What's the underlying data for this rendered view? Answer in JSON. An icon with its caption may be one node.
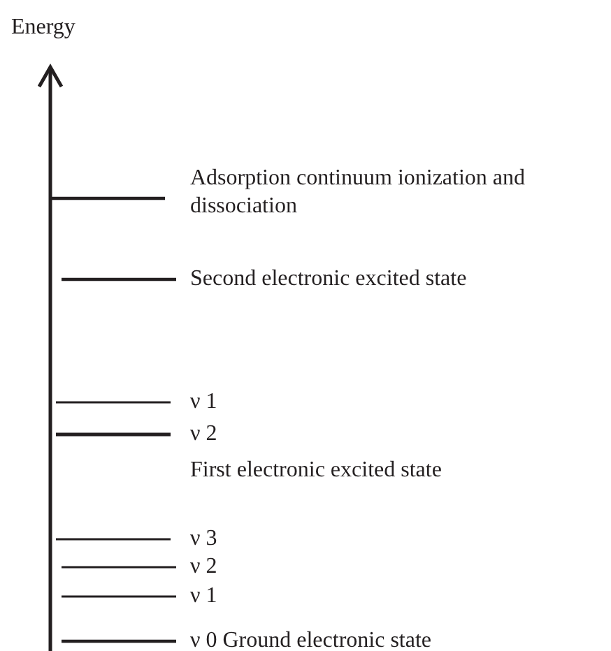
{
  "diagram": {
    "labels": [
      "Energy",
      "Adsorption continuum ionization and dissociation",
      "Second electronic excited state",
      "ν 1",
      "ν 2",
      "First electronic excited state",
      "ν 3",
      "ν 2",
      "ν 1",
      "ν 0 Ground electronic state"
    ]
  }
}
